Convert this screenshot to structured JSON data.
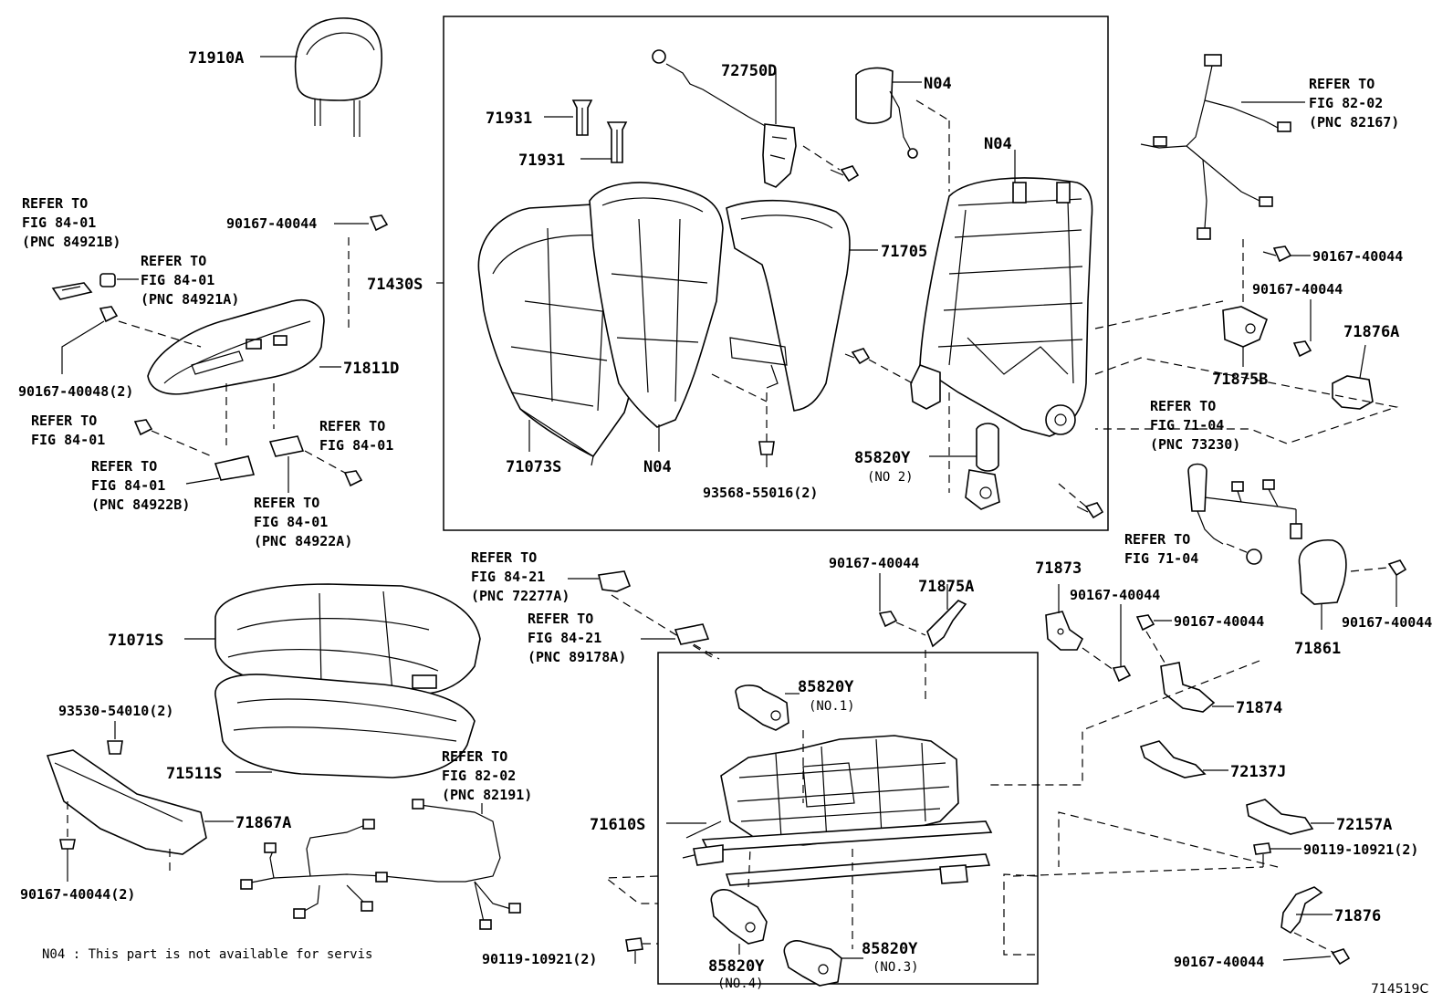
{
  "diagram_code": "714519C",
  "footnote": "N04 : This part is not available for servis",
  "labels": {
    "p71910A": "71910A",
    "p72750D": "72750D",
    "p71931a": "71931",
    "p71931b": "71931",
    "pN04a": "N04",
    "pN04b": "N04",
    "pN04c": "N04",
    "p71705": "71705",
    "p71430S": "71430S",
    "p71073S": "71073S",
    "p85820Y_2": "85820Y",
    "p85820Y_2_note": "(NO 2)",
    "p93568": "93568-55016(2)",
    "p90167_top": "90167-40044",
    "p71811D": "71811D",
    "p90167_40048": "90167-40048(2)",
    "ref_84921B_1": "REFER TO",
    "ref_84921B_2": "FIG 84-01",
    "ref_84921B_3": "(PNC 84921B)",
    "ref_84921A_1": "REFER TO",
    "ref_84921A_2": "FIG 84-01",
    "ref_84921A_3": "(PNC 84921A)",
    "ref_8401a_1": "REFER TO",
    "ref_8401a_2": "FIG 84-01",
    "ref_8401b_1": "REFER TO",
    "ref_8401b_2": "FIG 84-01",
    "ref_84922B_1": "REFER TO",
    "ref_84922B_2": "FIG 84-01",
    "ref_84922B_3": "(PNC 84922B)",
    "ref_84922A_1": "REFER TO",
    "ref_84922A_2": "FIG 84-01",
    "ref_84922A_3": "(PNC 84922A)",
    "ref_82167_1": "REFER TO",
    "ref_82167_2": "FIG 82-02",
    "ref_82167_3": "(PNC 82167)",
    "p90167_r1": "90167-40044",
    "p90167_r2": "90167-40044",
    "p71876A": "71876A",
    "p71875B": "71875B",
    "ref_73230_1": "REFER TO",
    "ref_73230_2": "FIG 71-04",
    "ref_73230_3": "(PNC 73230)",
    "ref_7104_1": "REFER TO",
    "ref_7104_2": "FIG 71-04",
    "p71861": "71861",
    "p90167_r3": "90167-40044",
    "p71873": "71873",
    "p90167_m1": "90167-40044",
    "p90167_m2": "90167-40044",
    "p71874": "71874",
    "p72137J": "72137J",
    "p72157A": "72157A",
    "p90119_r": "90119-10921(2)",
    "p71876": "71876",
    "p90167_r4": "90167-40044",
    "p90167_c": "90167-40044",
    "p71875A": "71875A",
    "ref_72277A_1": "REFER TO",
    "ref_72277A_2": "FIG 84-21",
    "ref_72277A_3": "(PNC 72277A)",
    "ref_89178A_1": "REFER TO",
    "ref_89178A_2": "FIG 84-21",
    "ref_89178A_3": "(PNC 89178A)",
    "p85820Y_1": "85820Y",
    "p85820Y_1_note": "(NO.1)",
    "p71610S": "71610S",
    "p85820Y_4": "85820Y",
    "p85820Y_4_note": "(NO.4)",
    "p85820Y_3": "85820Y",
    "p85820Y_3_note": "(NO.3)",
    "p90119_b": "90119-10921(2)",
    "p71071S": "71071S",
    "p93530": "93530-54010(2)",
    "p71511S": "71511S",
    "p71867A": "71867A",
    "p90167_bl": "90167-40044(2)",
    "ref_82191_1": "REFER TO",
    "ref_82191_2": "FIG 82-02",
    "ref_82191_3": "(PNC 82191)"
  }
}
